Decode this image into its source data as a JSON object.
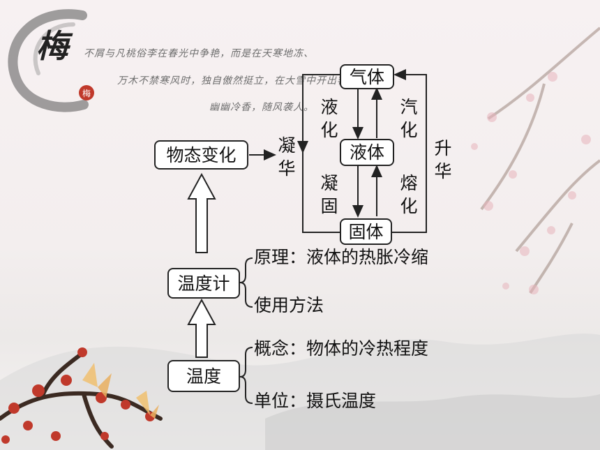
{
  "decor": {
    "logo_char": "梅",
    "seal_char": "梅",
    "poem": [
      "不屑与凡桃俗李在春光中争艳，而是在天寒地冻、",
      "万木不禁寒风时，独自傲然挺立，在大雪中开出艳丽的花朵",
      "幽幽冷香，随风袭人。"
    ],
    "blossom_color": "#c0392b",
    "branch_color": "#5a3a2a"
  },
  "states": {
    "gas": "气体",
    "liquid": "液体",
    "solid": "固体"
  },
  "processes": {
    "liquefaction": [
      "液",
      "化"
    ],
    "vaporization": [
      "汽",
      "化"
    ],
    "solidification": [
      "凝",
      "固"
    ],
    "melting": [
      "熔",
      "化"
    ],
    "deposition": [
      "凝",
      "华"
    ],
    "sublimation": [
      "升",
      "华"
    ]
  },
  "concepts": {
    "state_change": "物态变化",
    "thermometer": "温度计",
    "temperature": "温度"
  },
  "thermometer_items": {
    "principle": "原理：液体的热胀冷缩",
    "usage": "使用方法"
  },
  "temperature_items": {
    "concept": "概念：物体的冷热程度",
    "unit": "单位：摄氏温度"
  }
}
